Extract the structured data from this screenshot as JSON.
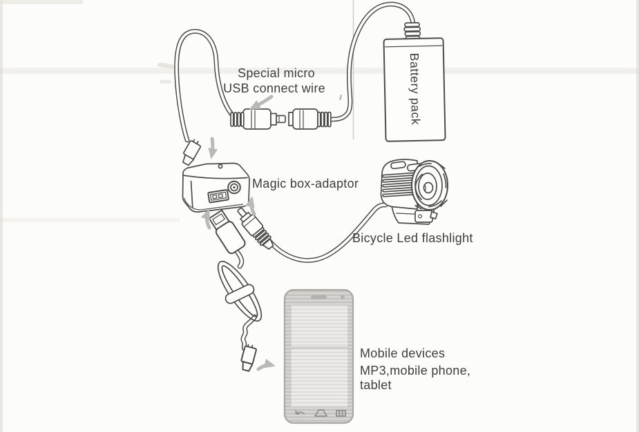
{
  "labels": {
    "wire_line1": "Special micro",
    "wire_line2": "USB connect wire",
    "battery": "Battery pack",
    "adaptor": "Magic box-adaptor",
    "flashlight": "Bicycle Led flashlight",
    "mobile_line1": "Mobile devices",
    "mobile_line2": "MP3,mobile phone,",
    "mobile_line3": "tablet"
  },
  "colors": {
    "ink": "#4b4b4b",
    "text": "#3d3d3d",
    "arrow_gray": "#b9b9b9",
    "phone_body_gray": "#c2c1be",
    "phone_screen_gray": "#dddcd8",
    "background": "#fcfcfa"
  },
  "icons": {
    "direction_arrows": "gray-plug-direction-arrow",
    "phone_nav": [
      "back-icon",
      "home-icon",
      "menu-icon"
    ]
  }
}
